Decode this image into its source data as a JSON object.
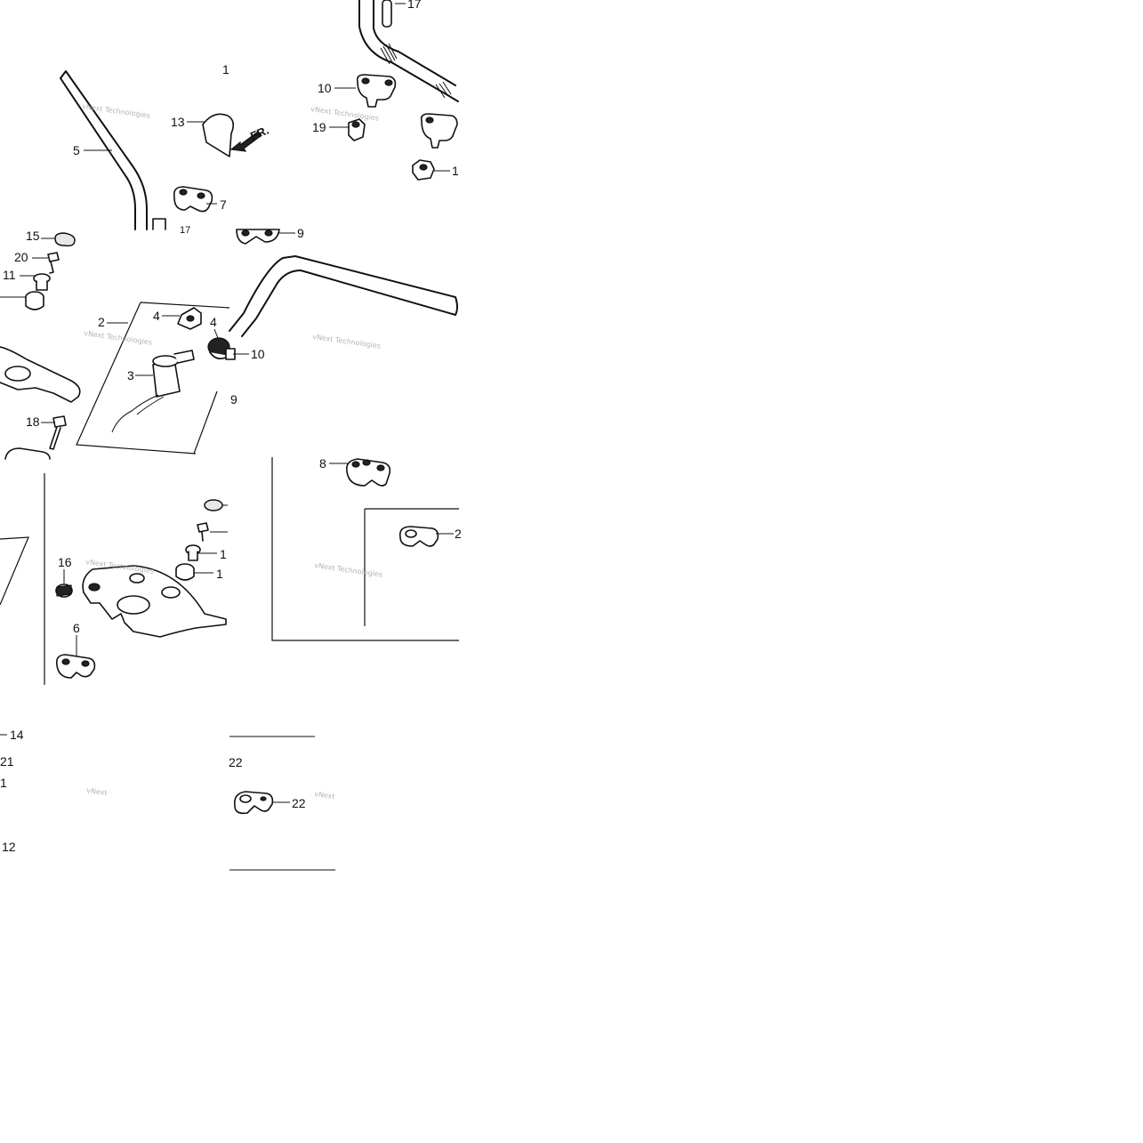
{
  "callouts": {
    "top_1": "1",
    "part_17_top": "17",
    "part_10_top": "10",
    "part_19": "19",
    "part_1_right": "1",
    "part_13": "13",
    "fr_arrow": "FR.",
    "part_5": "5",
    "part_7": "7",
    "part_17_mid": "17",
    "part_9_top": "9",
    "part_15": "15",
    "part_20": "20",
    "part_11": "11",
    "part_2": "2",
    "part_4_left": "4",
    "part_4_right": "4",
    "part_3": "3",
    "part_10_mid": "10",
    "part_9_mid": "9",
    "part_18": "18",
    "part_8": "8",
    "part_2_right": "2",
    "part_16": "16",
    "part_6": "6",
    "part_1_a": "1",
    "part_1_b": "1",
    "part_14": "14",
    "part_21": "21",
    "part_1_c": "1",
    "part_12": "12",
    "part_22_header": "22",
    "part_22": "22"
  },
  "watermark": {
    "line": "vNext Technologies",
    "short": "vNext"
  },
  "colors": {
    "ink": "#111111",
    "background": "#ffffff",
    "watermark": "#9a9a9a"
  }
}
